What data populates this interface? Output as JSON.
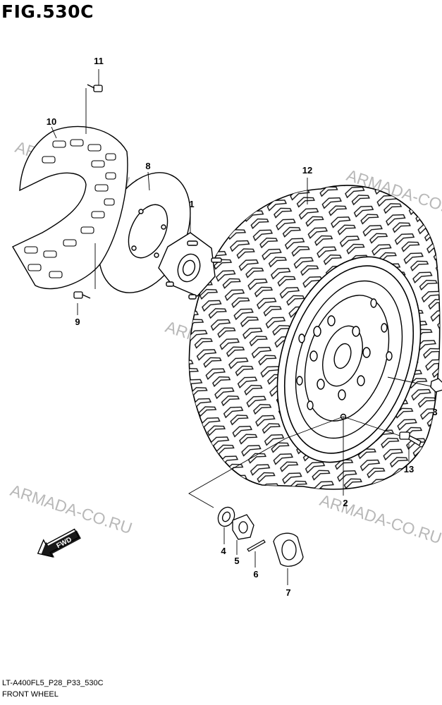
{
  "figure": {
    "title": "FIG.530C",
    "code_line": "LT-A400FL5_P28_P33_530C",
    "name_line": "FRONT WHEEL"
  },
  "callouts": [
    "1",
    "2",
    "3",
    "4",
    "5",
    "6",
    "7",
    "8",
    "9",
    "10",
    "11",
    "12",
    "13"
  ],
  "watermark": "ARMADA-CO.RU",
  "fwd_label": "FWD"
}
